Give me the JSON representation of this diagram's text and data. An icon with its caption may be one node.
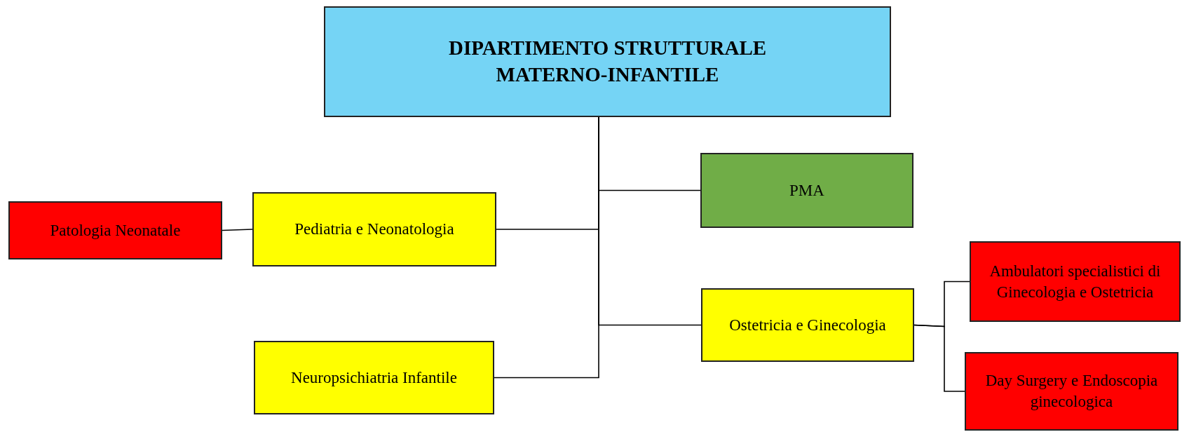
{
  "diagram": {
    "nodes": [
      {
        "text": [
          "DIPARTIMENTO  STRUTTURALE MATERNO-INFANTILE"
        ]
      },
      {
        "text": [
          "PMA"
        ]
      },
      {
        "text": [
          "Patologia Neonatale"
        ]
      },
      {
        "text": [
          "Pediatria e Neonatologia"
        ]
      },
      {
        "text": [
          "Ambulatori specialistici di Ginecologia e Ostetricia"
        ]
      },
      {
        "text": [
          "Ostetricia e Ginecologia"
        ]
      },
      {
        "text": [
          "Neuropsichiatria Infantile"
        ]
      },
      {
        "text": [
          "Day Surgery e Endoscopia ginecologica"
        ]
      }
    ],
    "edges": [
      {
        "from": 0,
        "to": 1,
        "arrow": "none"
      },
      {
        "from": 0,
        "to": 3,
        "arrow": "none"
      },
      {
        "from": 0,
        "to": 5,
        "arrow": "none"
      },
      {
        "from": 0,
        "to": 6,
        "arrow": "none"
      },
      {
        "from": 3,
        "to": 2,
        "arrow": "none"
      },
      {
        "from": 5,
        "to": 4,
        "arrow": "none"
      },
      {
        "from": 5,
        "to": 7,
        "arrow": "none"
      }
    ]
  }
}
